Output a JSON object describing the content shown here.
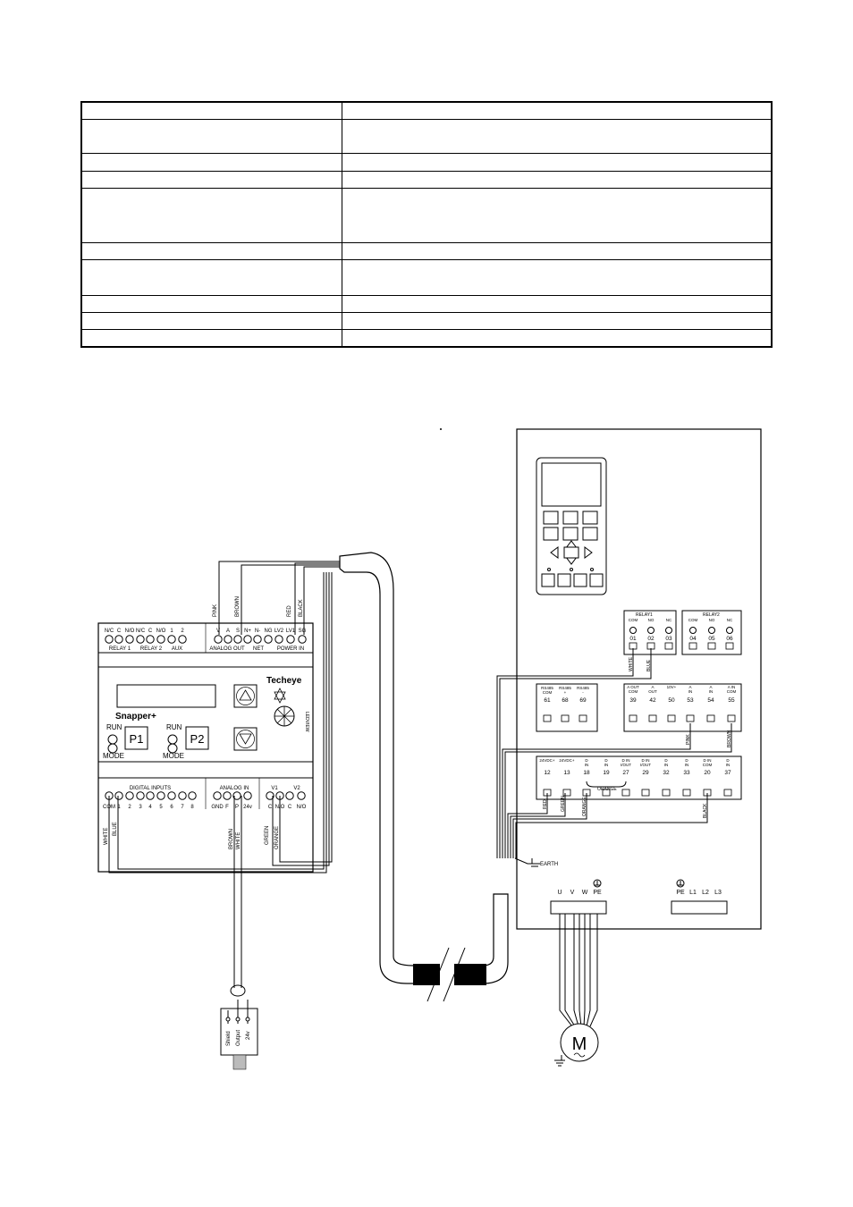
{
  "spec_table": {
    "rows": 10
  },
  "controller": {
    "brand": "Techeye",
    "model": "Snapper+",
    "side_text": "LEDVIEW",
    "top_terminals": [
      "N/C",
      "C",
      "N/O",
      "N/C",
      "C",
      "N/O",
      "1",
      "2"
    ],
    "top_groups": [
      "RELAY 1",
      "RELAY 2",
      "AUX"
    ],
    "right_terminals": [
      "V",
      "A",
      "S",
      "N+",
      "N-",
      "NG",
      "LV2",
      "LV1",
      "SG"
    ],
    "right_groups": [
      "ANALOG OUT",
      "NET",
      "POWER IN"
    ],
    "p1": "P1",
    "p2": "P2",
    "run": "RUN",
    "mode": "MODE",
    "bottom_groups": [
      "DIGITAL INPUTS",
      "ANALOG IN",
      "V1",
      "V2"
    ],
    "di_terminals": [
      "COM",
      "1",
      "2",
      "3",
      "4",
      "5",
      "6",
      "7",
      "8"
    ],
    "ai_terminals": [
      "GND",
      "F",
      "P",
      "24v"
    ],
    "v_terminals": [
      "C",
      "N/O",
      "C",
      "N/O"
    ]
  },
  "wires": {
    "top": [
      "PINK",
      "BROWN",
      "RED",
      "BLACK"
    ],
    "bottom": [
      "WHITE",
      "BLUE",
      "BROWN",
      "WHITE",
      "GREEN",
      "ORANGE"
    ]
  },
  "sensor": [
    "Shield",
    "Output",
    "24v"
  ],
  "drive": {
    "relay1": {
      "title": "RELAY1",
      "labels": [
        "COM",
        "NO",
        "NC"
      ],
      "nums": [
        "01",
        "02",
        "03"
      ]
    },
    "relay2": {
      "title": "RELAY2",
      "labels": [
        "COM",
        "NO",
        "NC"
      ],
      "nums": [
        "04",
        "05",
        "06"
      ]
    },
    "rs485": {
      "labels": [
        "RS485 COM",
        "RS485 +",
        "RS485 -"
      ],
      "nums": [
        "61",
        "68",
        "69"
      ]
    },
    "analog": {
      "labels": [
        "A OUT COM",
        "A OUT",
        "10V+",
        "A IN",
        "A IN",
        "A IN COM"
      ],
      "nums": [
        "39",
        "42",
        "50",
        "53",
        "54",
        "55"
      ]
    },
    "digital": {
      "labels": [
        "24VDC+",
        "24VDC+",
        "D IN",
        "D IN",
        "D IN I/OUT",
        "D IN I/OUT",
        "D IN",
        "D IN",
        "D IN COM",
        "D IN"
      ],
      "nums": [
        "12",
        "13",
        "18",
        "19",
        "27",
        "29",
        "32",
        "33",
        "20",
        "37"
      ]
    },
    "wire_labels": {
      "white": "WHITE",
      "blue": "BLUE",
      "pink": "PINK",
      "brown": "BROWN",
      "red": "RED",
      "green": "GREEN",
      "orange": "ORANGE",
      "orange_jumper": "ORANGE",
      "black": "BLACK"
    },
    "earth": "EARTH",
    "motor_terminals": [
      "U",
      "V",
      "W",
      "PE"
    ],
    "mains_terminals": [
      "PE",
      "L1",
      "L2",
      "L3"
    ],
    "motor": "M"
  }
}
